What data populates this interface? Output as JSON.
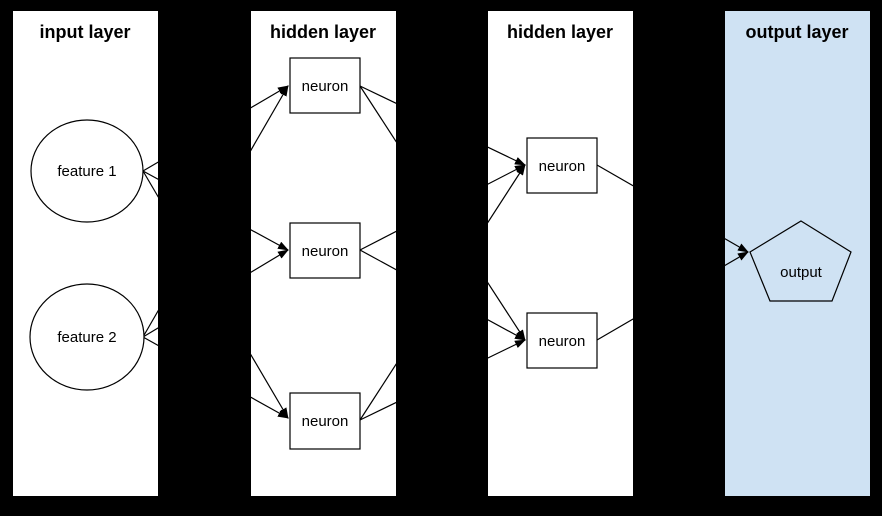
{
  "colors": {
    "background": "#000000",
    "panel_bg": "#ffffff",
    "output_panel_bg": "#cfe2f3",
    "stroke": "#000000",
    "text": "#000000"
  },
  "layers": [
    {
      "id": "input",
      "title": "input layer",
      "nodes": [
        {
          "id": "f1",
          "label": "feature 1",
          "shape": "circle"
        },
        {
          "id": "f2",
          "label": "feature 2",
          "shape": "circle"
        }
      ]
    },
    {
      "id": "hidden1",
      "title": "hidden layer",
      "nodes": [
        {
          "id": "h1n1",
          "label": "neuron",
          "shape": "rect"
        },
        {
          "id": "h1n2",
          "label": "neuron",
          "shape": "rect"
        },
        {
          "id": "h1n3",
          "label": "neuron",
          "shape": "rect"
        }
      ]
    },
    {
      "id": "hidden2",
      "title": "hidden layer",
      "nodes": [
        {
          "id": "h2n1",
          "label": "neuron",
          "shape": "rect"
        },
        {
          "id": "h2n2",
          "label": "neuron",
          "shape": "rect"
        }
      ]
    },
    {
      "id": "output",
      "title": "output layer",
      "nodes": [
        {
          "id": "out",
          "label": "output",
          "shape": "pentagon"
        }
      ]
    }
  ],
  "connections": [
    {
      "from": "f1",
      "to": "h1n1"
    },
    {
      "from": "f1",
      "to": "h1n2"
    },
    {
      "from": "f1",
      "to": "h1n3"
    },
    {
      "from": "f2",
      "to": "h1n1"
    },
    {
      "from": "f2",
      "to": "h1n2"
    },
    {
      "from": "f2",
      "to": "h1n3"
    },
    {
      "from": "h1n1",
      "to": "h2n1"
    },
    {
      "from": "h1n1",
      "to": "h2n2"
    },
    {
      "from": "h1n2",
      "to": "h2n1"
    },
    {
      "from": "h1n2",
      "to": "h2n2"
    },
    {
      "from": "h1n3",
      "to": "h2n1"
    },
    {
      "from": "h1n3",
      "to": "h2n2"
    },
    {
      "from": "h2n1",
      "to": "out"
    },
    {
      "from": "h2n2",
      "to": "out"
    }
  ]
}
